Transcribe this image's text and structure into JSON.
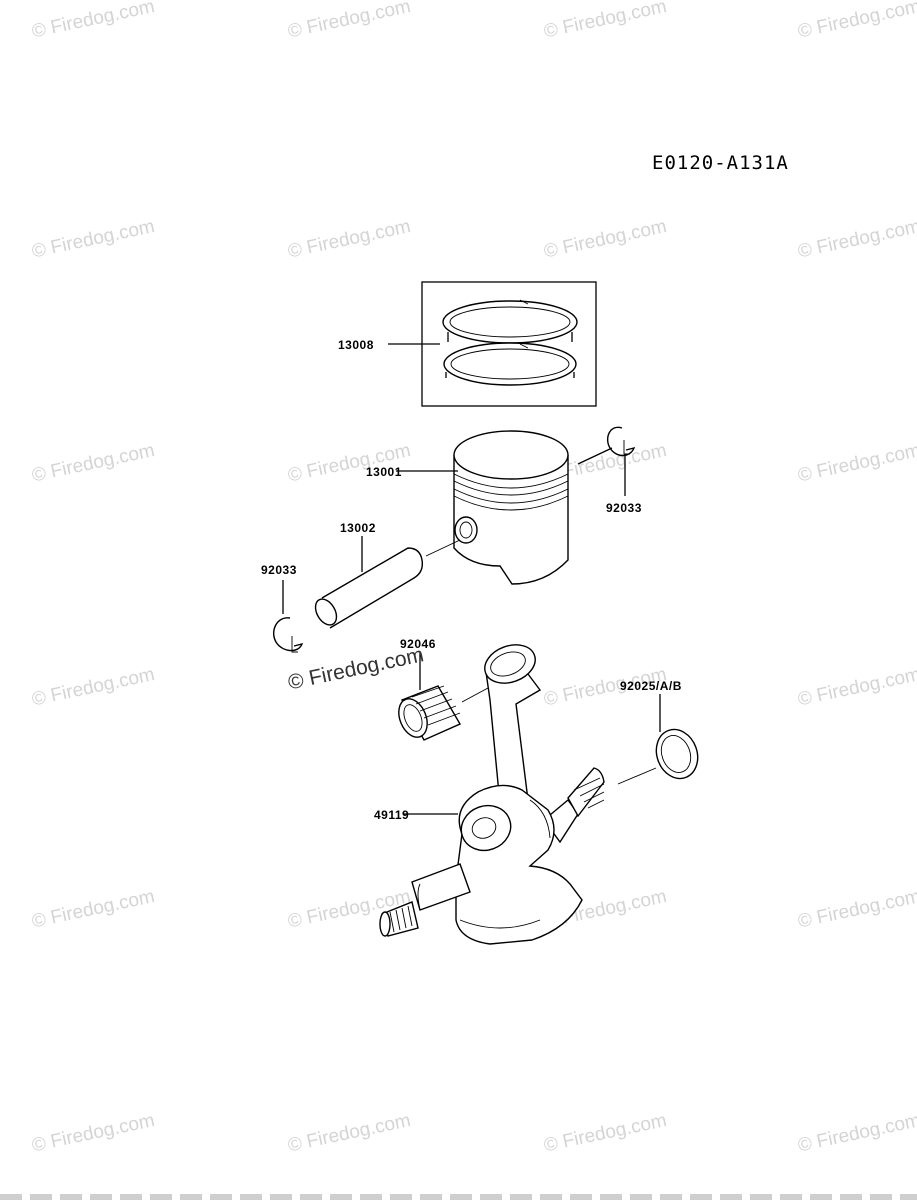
{
  "diagram": {
    "code": "E0120-A131A"
  },
  "watermark": {
    "text": "© Firedog.com"
  },
  "parts": {
    "p13008": "13008",
    "p13001": "13001",
    "p92033_right": "92033",
    "p13002": "13002",
    "p92033_left": "92033",
    "p92046": "92046",
    "p92025": "92025/A/B",
    "p49119": "49119"
  }
}
